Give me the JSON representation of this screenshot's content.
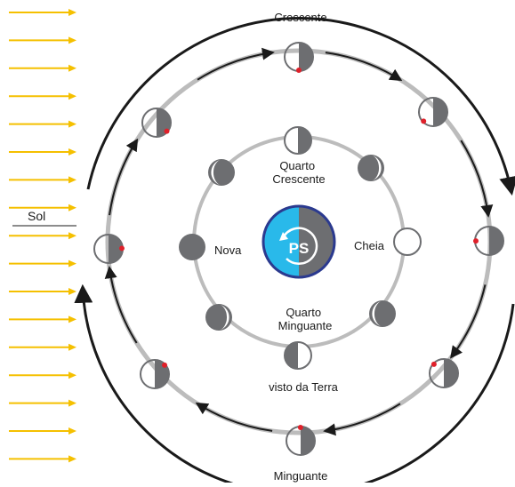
{
  "labels": {
    "top": "Crescente",
    "bottom": "Minguante",
    "sun": "Sol",
    "new_moon": "Nova",
    "full_moon": "Cheia",
    "first_quarter": "Quarto\nCrescente",
    "last_quarter": "Quarto\nMinguante",
    "seen_from_earth": "visto da Terra",
    "center": "PS"
  },
  "colors": {
    "sun_arrow": "#f5c000",
    "dark_half": "#6d6e71",
    "light_half": "#ffffff",
    "orbit": "#bcbcbc",
    "arrow": "#1a1a1a",
    "marker": "#e0202a",
    "center_left": "#29b9ea",
    "center_right": "#6d6e71",
    "center_border": "#2b3a8f"
  },
  "icons": {
    "sun_rays": "right-arrow",
    "center": "rotation-arrow-icon"
  }
}
